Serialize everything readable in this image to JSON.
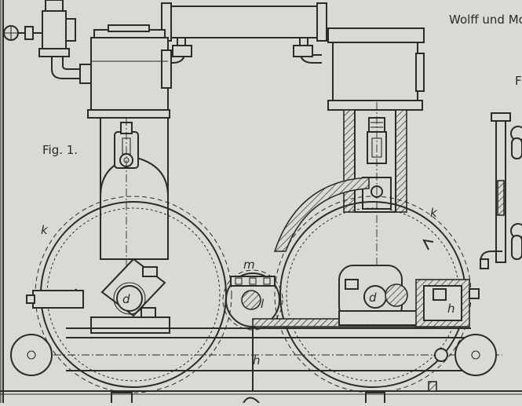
{
  "heading": "Wolff und Mo",
  "figure_label_main": "Fig. 1.",
  "figure_label_partial": "F",
  "part_labels": {
    "k_left": "k",
    "k_right": "k",
    "d_left": "d",
    "d_right": "d",
    "m": "m",
    "l": "l",
    "h_center": "h",
    "h_right": "h"
  }
}
